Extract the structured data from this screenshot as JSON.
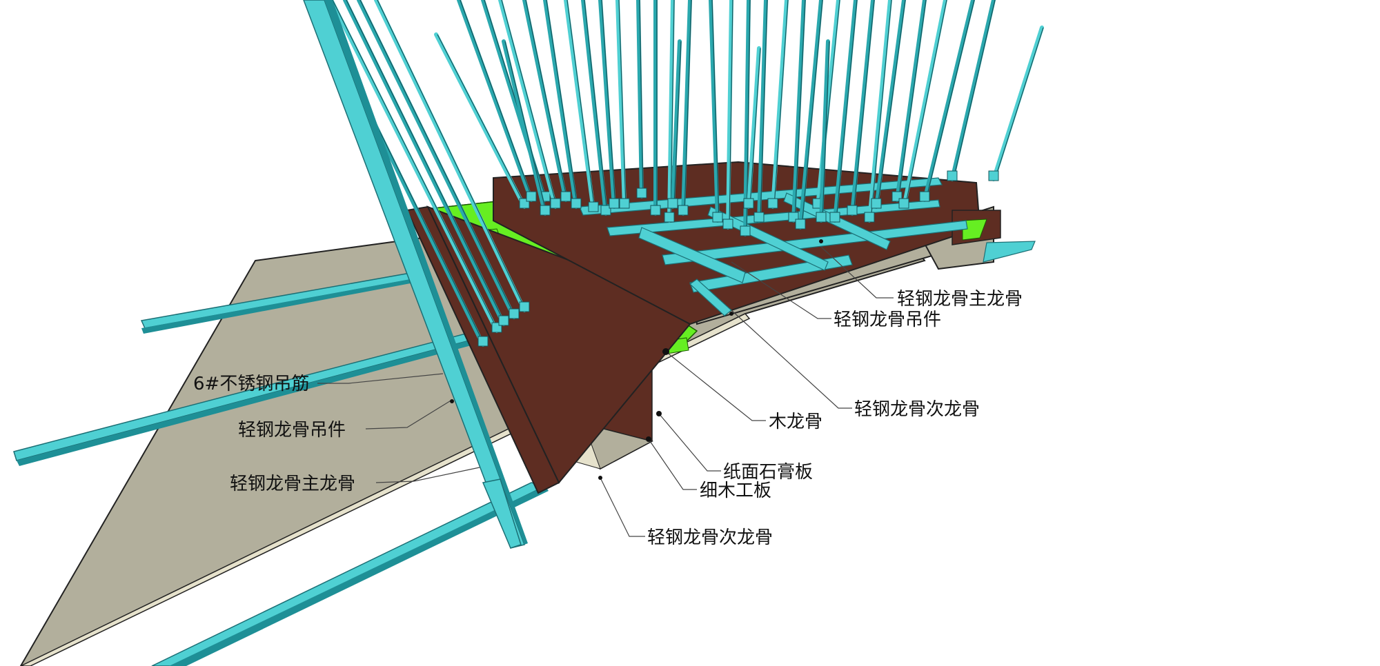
{
  "labels": {
    "main_runner_top": "轻钢龙骨主龙骨",
    "hanger_top": "轻钢龙骨吊件",
    "cross_runner_right": "轻钢龙骨次龙骨",
    "wood_joist": "木龙骨",
    "gypsum_board": "纸面石膏板",
    "blockboard": "细木工板",
    "cross_runner_bottom": "轻钢龙骨次龙骨",
    "steel_rod": "6#不锈钢吊筋",
    "hanger_left": "轻钢龙骨吊件",
    "main_runner_left": "轻钢龙骨主龙骨"
  },
  "colors": {
    "steel": "#4fd0d3",
    "steel_dark": "#1e8f96",
    "plywood": "#5e2d22",
    "wood_green": "#66ee22",
    "board": "#b2af9c",
    "board_edge": "#e6e2cc",
    "leader": "#444444"
  }
}
